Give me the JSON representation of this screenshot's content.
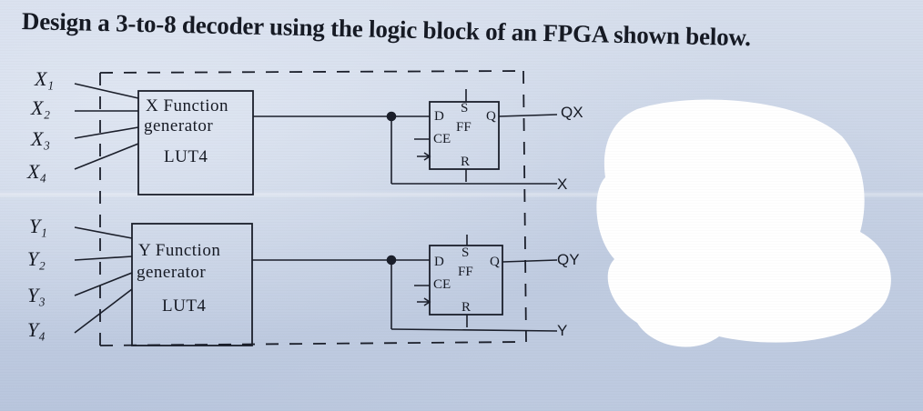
{
  "title": "Design a 3-to-8 decoder using the logic block of an FPGA shown below.",
  "inputs_x": [
    "X₁",
    "X₂",
    "X₃",
    "X₄"
  ],
  "inputs_y": [
    "Y₁",
    "Y₂",
    "Y₃",
    "Y₄"
  ],
  "x_block": {
    "line1": "X Function",
    "line2": "generator",
    "line3": "LUT4"
  },
  "y_block": {
    "line1": "Y Function",
    "line2": "generator",
    "line3": "LUT4"
  },
  "flip_flop": {
    "d": "D",
    "s": "S",
    "ff": "FF",
    "q": "Q",
    "ce": "CE",
    "r": "R"
  },
  "outputs": {
    "qx": "QX",
    "x": "X",
    "qy": "QY",
    "y": "Y"
  }
}
